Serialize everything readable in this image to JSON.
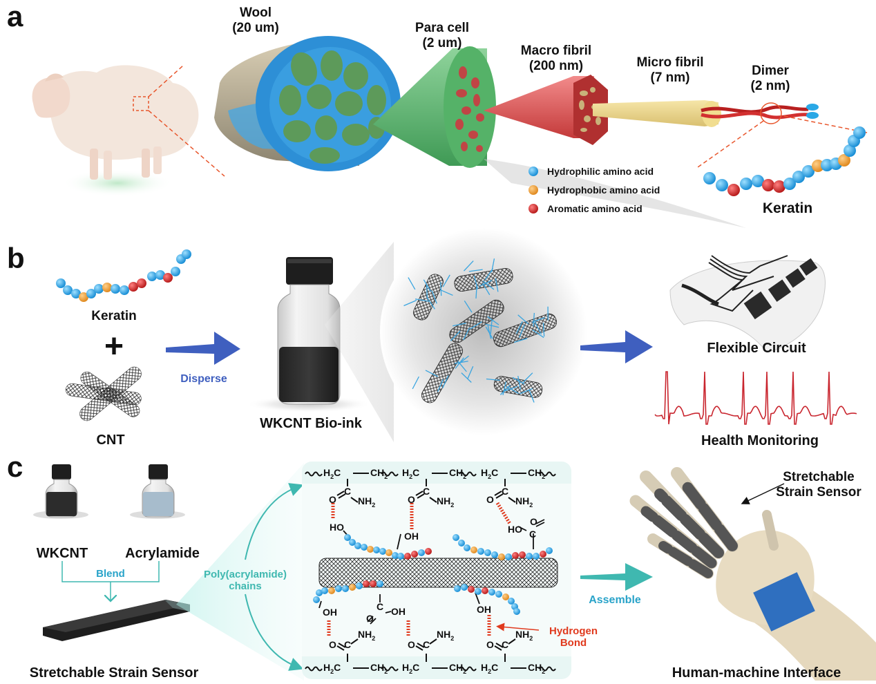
{
  "panels": {
    "a": {
      "letter": "a",
      "hierarchy": [
        {
          "name": "Wool",
          "size": "(20 um)"
        },
        {
          "name": "Para cell",
          "size": "(2 um)"
        },
        {
          "name": "Macro fibril",
          "size": "(200 nm)"
        },
        {
          "name": "Micro fibril",
          "size": "(7 nm)"
        },
        {
          "name": "Dimer",
          "size": "(2 nm)"
        }
      ],
      "legend": [
        {
          "label": "Hydrophilic amino acid",
          "color": "#29a7e8"
        },
        {
          "label": "Hydrophobic amino acid",
          "color": "#f0a030"
        },
        {
          "label": "Aromatic amino acid",
          "color": "#d42a2a"
        }
      ],
      "keratin_label": "Keratin"
    },
    "b": {
      "letter": "b",
      "keratin_label": "Keratin",
      "plus": "+",
      "cnt_label": "CNT",
      "arrow_label": "Disperse",
      "ink_label": "WKCNT Bio-ink",
      "circuit_label": "Flexible Circuit",
      "health_label": "Health Monitoring"
    },
    "c": {
      "letter": "c",
      "vial1_label": "WKCNT",
      "vial2_label": "Acrylamide",
      "blend_label": "Blend",
      "sensor_label": "Stretchable Strain Sensor",
      "chains_label_1": "Poly(acrylamide)",
      "chains_label_2": "chains",
      "hbond_label_1": "Hydrogen",
      "hbond_label_2": "Bond",
      "assemble_label": "Assemble",
      "hand_callout_1": "Stretchable",
      "hand_callout_2": "Strain Sensor",
      "hmi_label": "Human-machine Interface",
      "chem": {
        "ch": "C",
        "ch2": "CH",
        "h2c": "H",
        "sub2": "2",
        "o": "O",
        "nh2": "NH",
        "oh": "OH",
        "ho": "HO"
      }
    }
  },
  "colors": {
    "hydrophilic": "#29a7e8",
    "hydrophobic": "#f0a030",
    "aromatic": "#d42a2a",
    "disperse_arrow": "#3f5fbf",
    "teal_accent": "#3fb8b0",
    "hbond_red": "#e03a1e",
    "panel_bg": "#e3f4f2"
  }
}
